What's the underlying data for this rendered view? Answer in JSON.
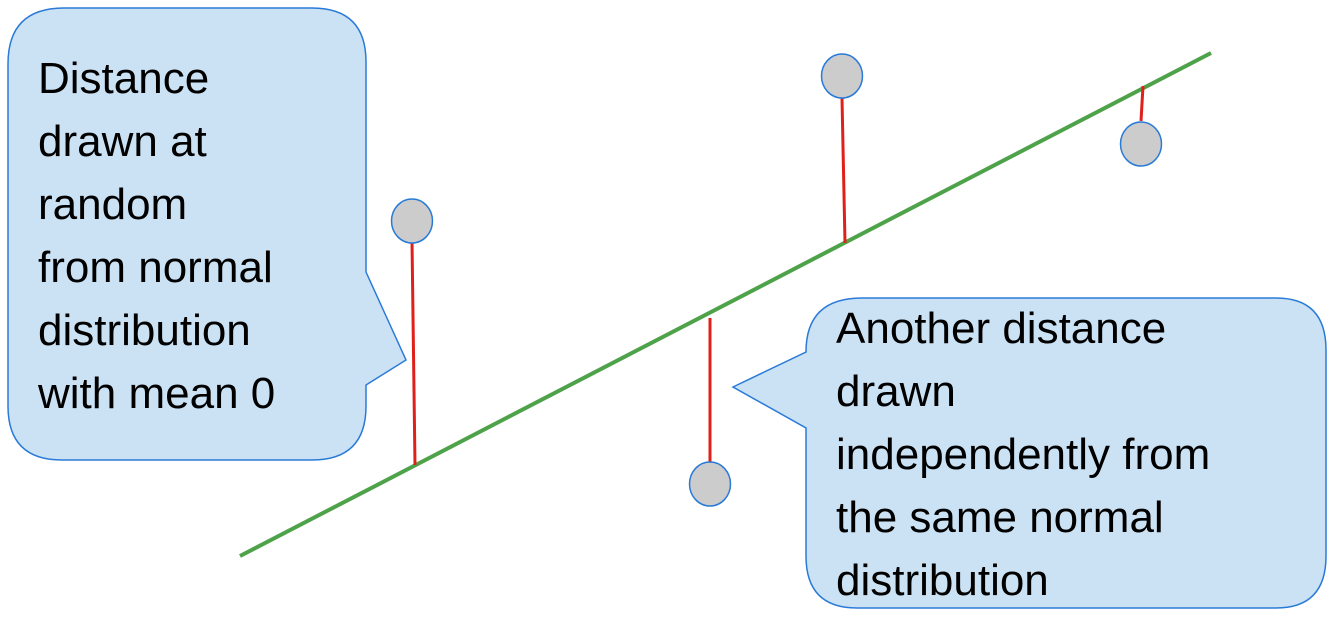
{
  "callouts": {
    "left": {
      "lines": [
        "Distance",
        "drawn at",
        "random",
        "from normal",
        "distribution",
        "with mean 0"
      ]
    },
    "right": {
      "lines": [
        "Another distance",
        "drawn",
        "independently from",
        "the same normal",
        "distribution"
      ]
    }
  },
  "colors": {
    "regression_line": "#4ea24a",
    "residual_line": "#e0201b",
    "point_fill": "#cccccc",
    "point_stroke": "#2a7bd8",
    "callout_fill": "#cbe2f4",
    "callout_stroke": "#2a7bd8",
    "text": "#000000"
  }
}
